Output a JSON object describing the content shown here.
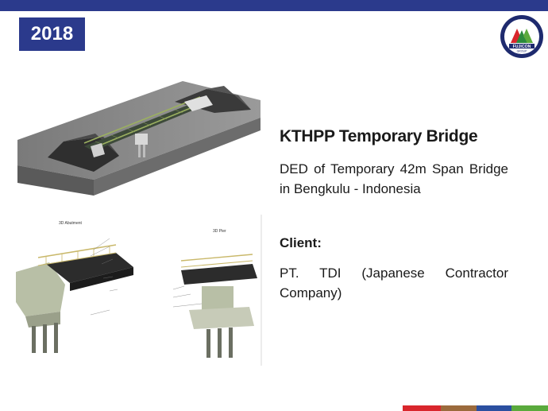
{
  "year": "2018",
  "logo": {
    "text": "FUJICON",
    "subtext": "GROUP"
  },
  "project": {
    "title": "KTHPP Temporary Bridge",
    "description": "DED of Temporary 42m Span Bridge in Bengkulu - Indonesia",
    "client_label": "Client:",
    "client_name": "PT. TDI (Japanese Contractor Company)"
  },
  "drawing": {
    "left_view": "3D Abutment",
    "right_view": "3D Pier"
  },
  "colors": {
    "brand_blue": "#2b3a8c",
    "stripe_red": "#d9262c",
    "stripe_brown": "#9b6a3c",
    "stripe_blue": "#2b4fa0",
    "stripe_green": "#5aaa3c"
  }
}
